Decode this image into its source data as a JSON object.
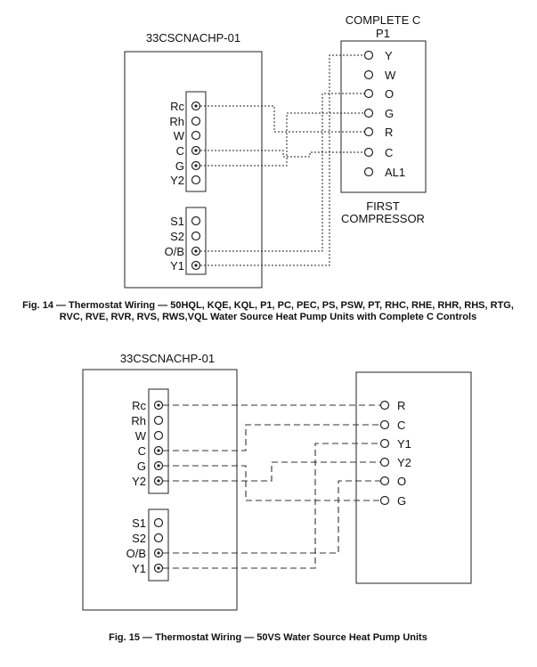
{
  "fig14": {
    "thermostat_title": "33CSCNACHP-01",
    "control_title_line1": "COMPLETE C",
    "control_title_line2": "P1",
    "control_footer_line1": "FIRST",
    "control_footer_line2": "COMPRESSOR",
    "thermostat_upper_terminals": [
      "Rc",
      "Rh",
      "W",
      "C",
      "G",
      "Y2"
    ],
    "thermostat_lower_terminals": [
      "S1",
      "S2",
      "O/B",
      "Y1"
    ],
    "control_terminals": [
      "Y",
      "W",
      "O",
      "G",
      "R",
      "C",
      "AL1"
    ],
    "caption_line1": "Fig. 14 — Thermostat Wiring —  50HQL, KQE, KQL, P1, PC, PEC, PS, PSW, PT, RHC, RHE, RHR, RHS, RTG,",
    "caption_line2": "RVC, RVE, RVR, RVS, RWS,VQL Water Source Heat Pump Units with Complete C Controls"
  },
  "fig15": {
    "thermostat_title": "33CSCNACHP-01",
    "thermostat_upper_terminals": [
      "Rc",
      "Rh",
      "W",
      "C",
      "G",
      "Y2"
    ],
    "thermostat_lower_terminals": [
      "S1",
      "S2",
      "O/B",
      "Y1"
    ],
    "unit_terminals": [
      "R",
      "C",
      "Y1",
      "Y2",
      "O",
      "G"
    ],
    "caption": "Fig. 15 — Thermostat Wiring — 50VS Water Source Heat Pump Units"
  }
}
